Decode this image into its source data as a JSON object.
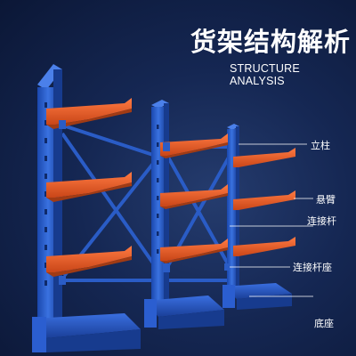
{
  "title": "货架结构解析",
  "subtitle": "STRUCTURE ANALYSIS",
  "labels": {
    "upright": "立柱",
    "cantilever_arm": "悬臂",
    "connecting_rod": "连接杆",
    "rod_mount": "连接杆座",
    "base": "底座"
  },
  "colors": {
    "background": "#152753",
    "upright_blue": "#2358c9",
    "arm_orange": "#e85f2e",
    "callout_line": "#ffffff"
  }
}
